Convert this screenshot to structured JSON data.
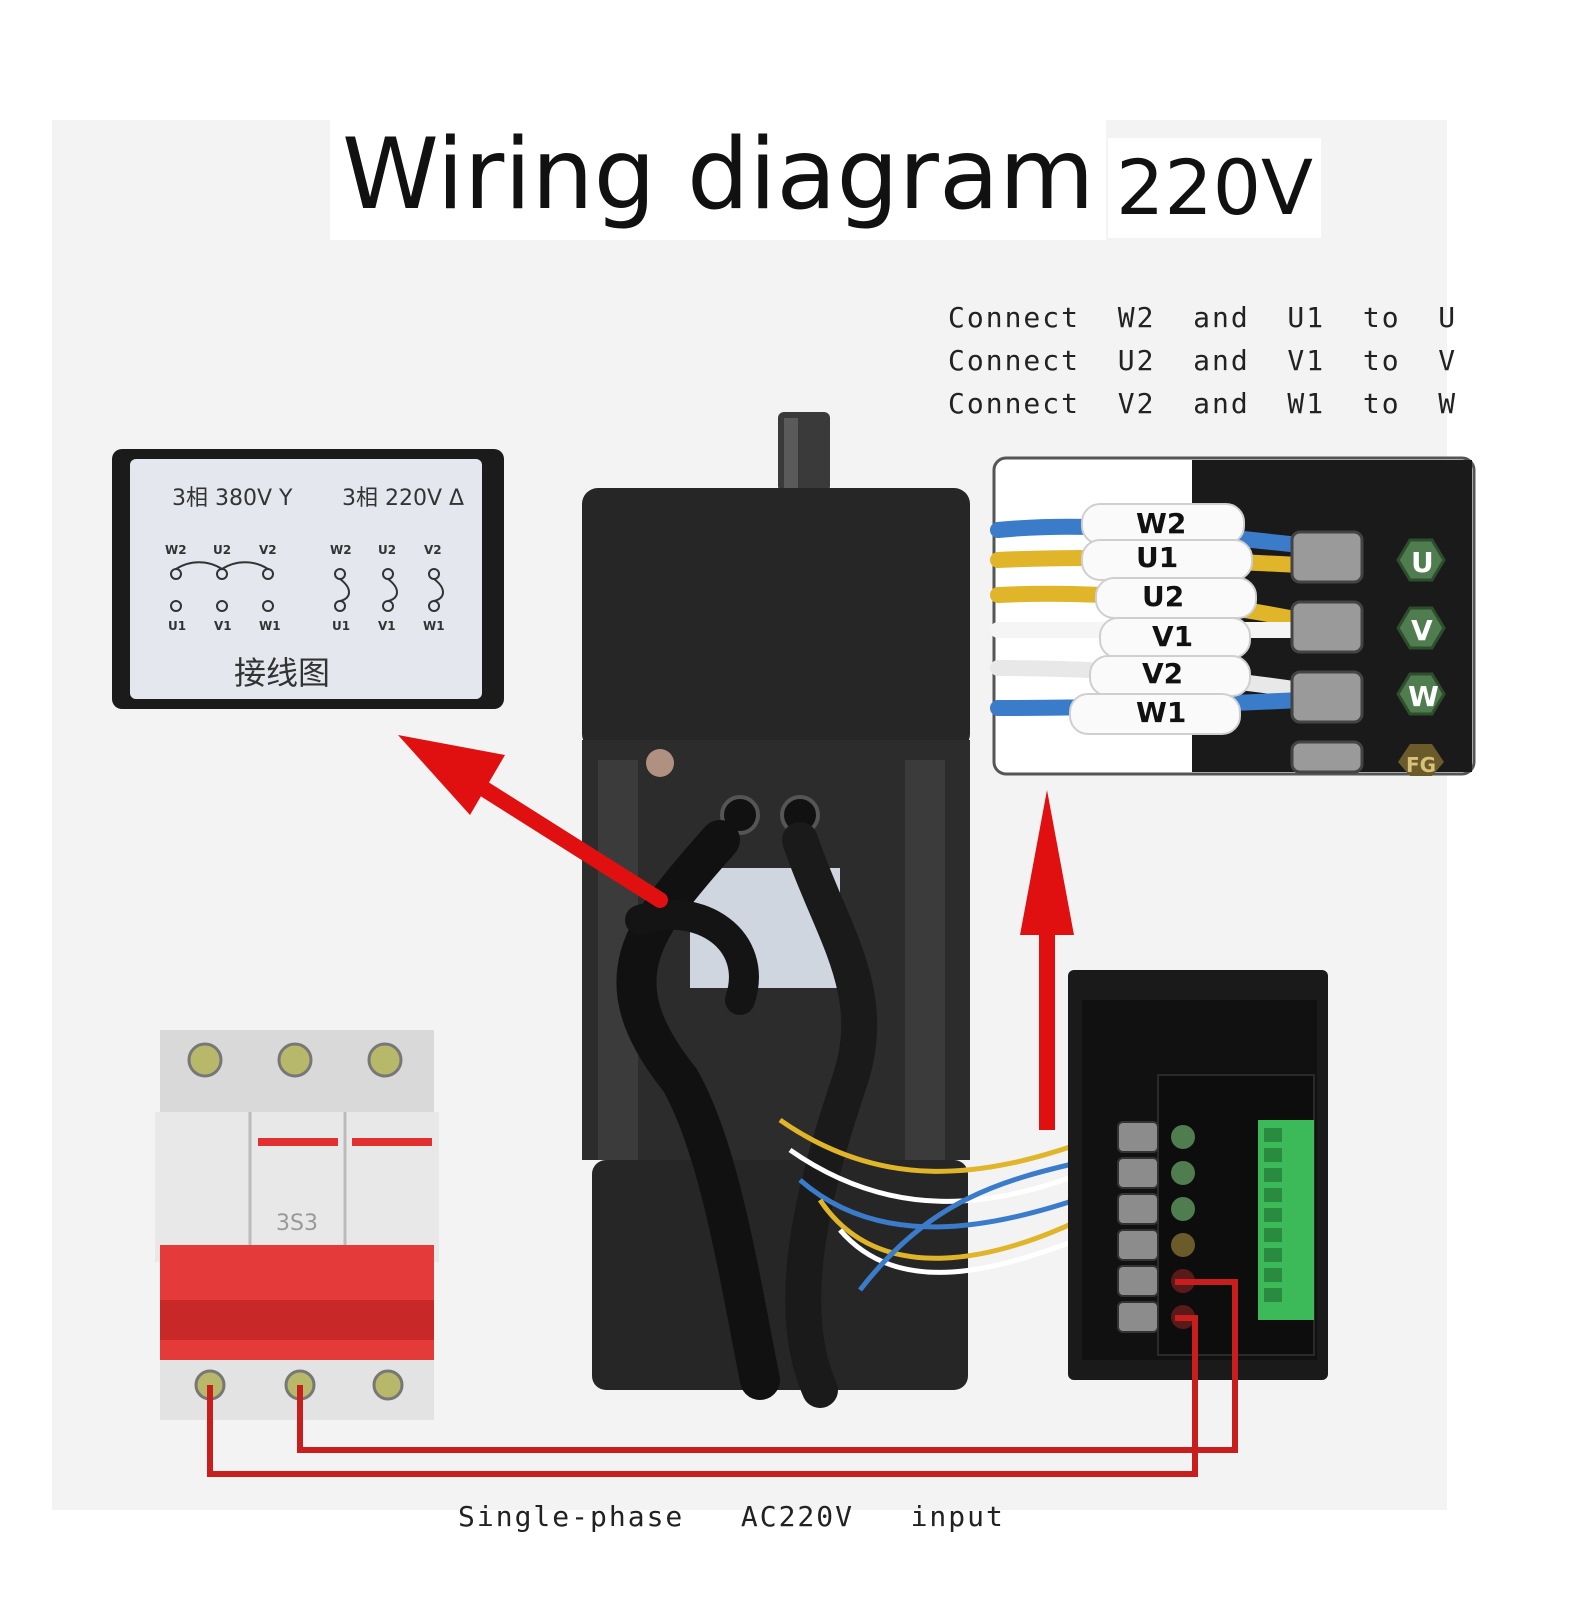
{
  "title": "Wiring diagram",
  "voltage": "220V",
  "instructions": [
    "Connect  W2  and  U1  to  U",
    "Connect  U2  and  V1  to  V",
    "Connect  V2  and  W1  to  W"
  ],
  "label_card": {
    "config_star": "3相 380V Y",
    "config_delta": "3相 220V Δ",
    "top_terminals": [
      "W2",
      "U2",
      "V2"
    ],
    "bottom_terminals": [
      "U1",
      "V1",
      "W1"
    ],
    "caption": "接线图"
  },
  "inset_wire_tags": [
    "W2",
    "U1",
    "U2",
    "V1",
    "V2",
    "W1"
  ],
  "inset_terminals": [
    "U",
    "V",
    "W",
    "FG"
  ],
  "breaker_model": "3S3",
  "input_caption": "Single-phase   AC220V   input",
  "colors": {
    "arrow": "#e01010",
    "power_wire": "#c81e1e",
    "terminal_badge": "#4f7d4f",
    "motor_body": "#262626"
  }
}
